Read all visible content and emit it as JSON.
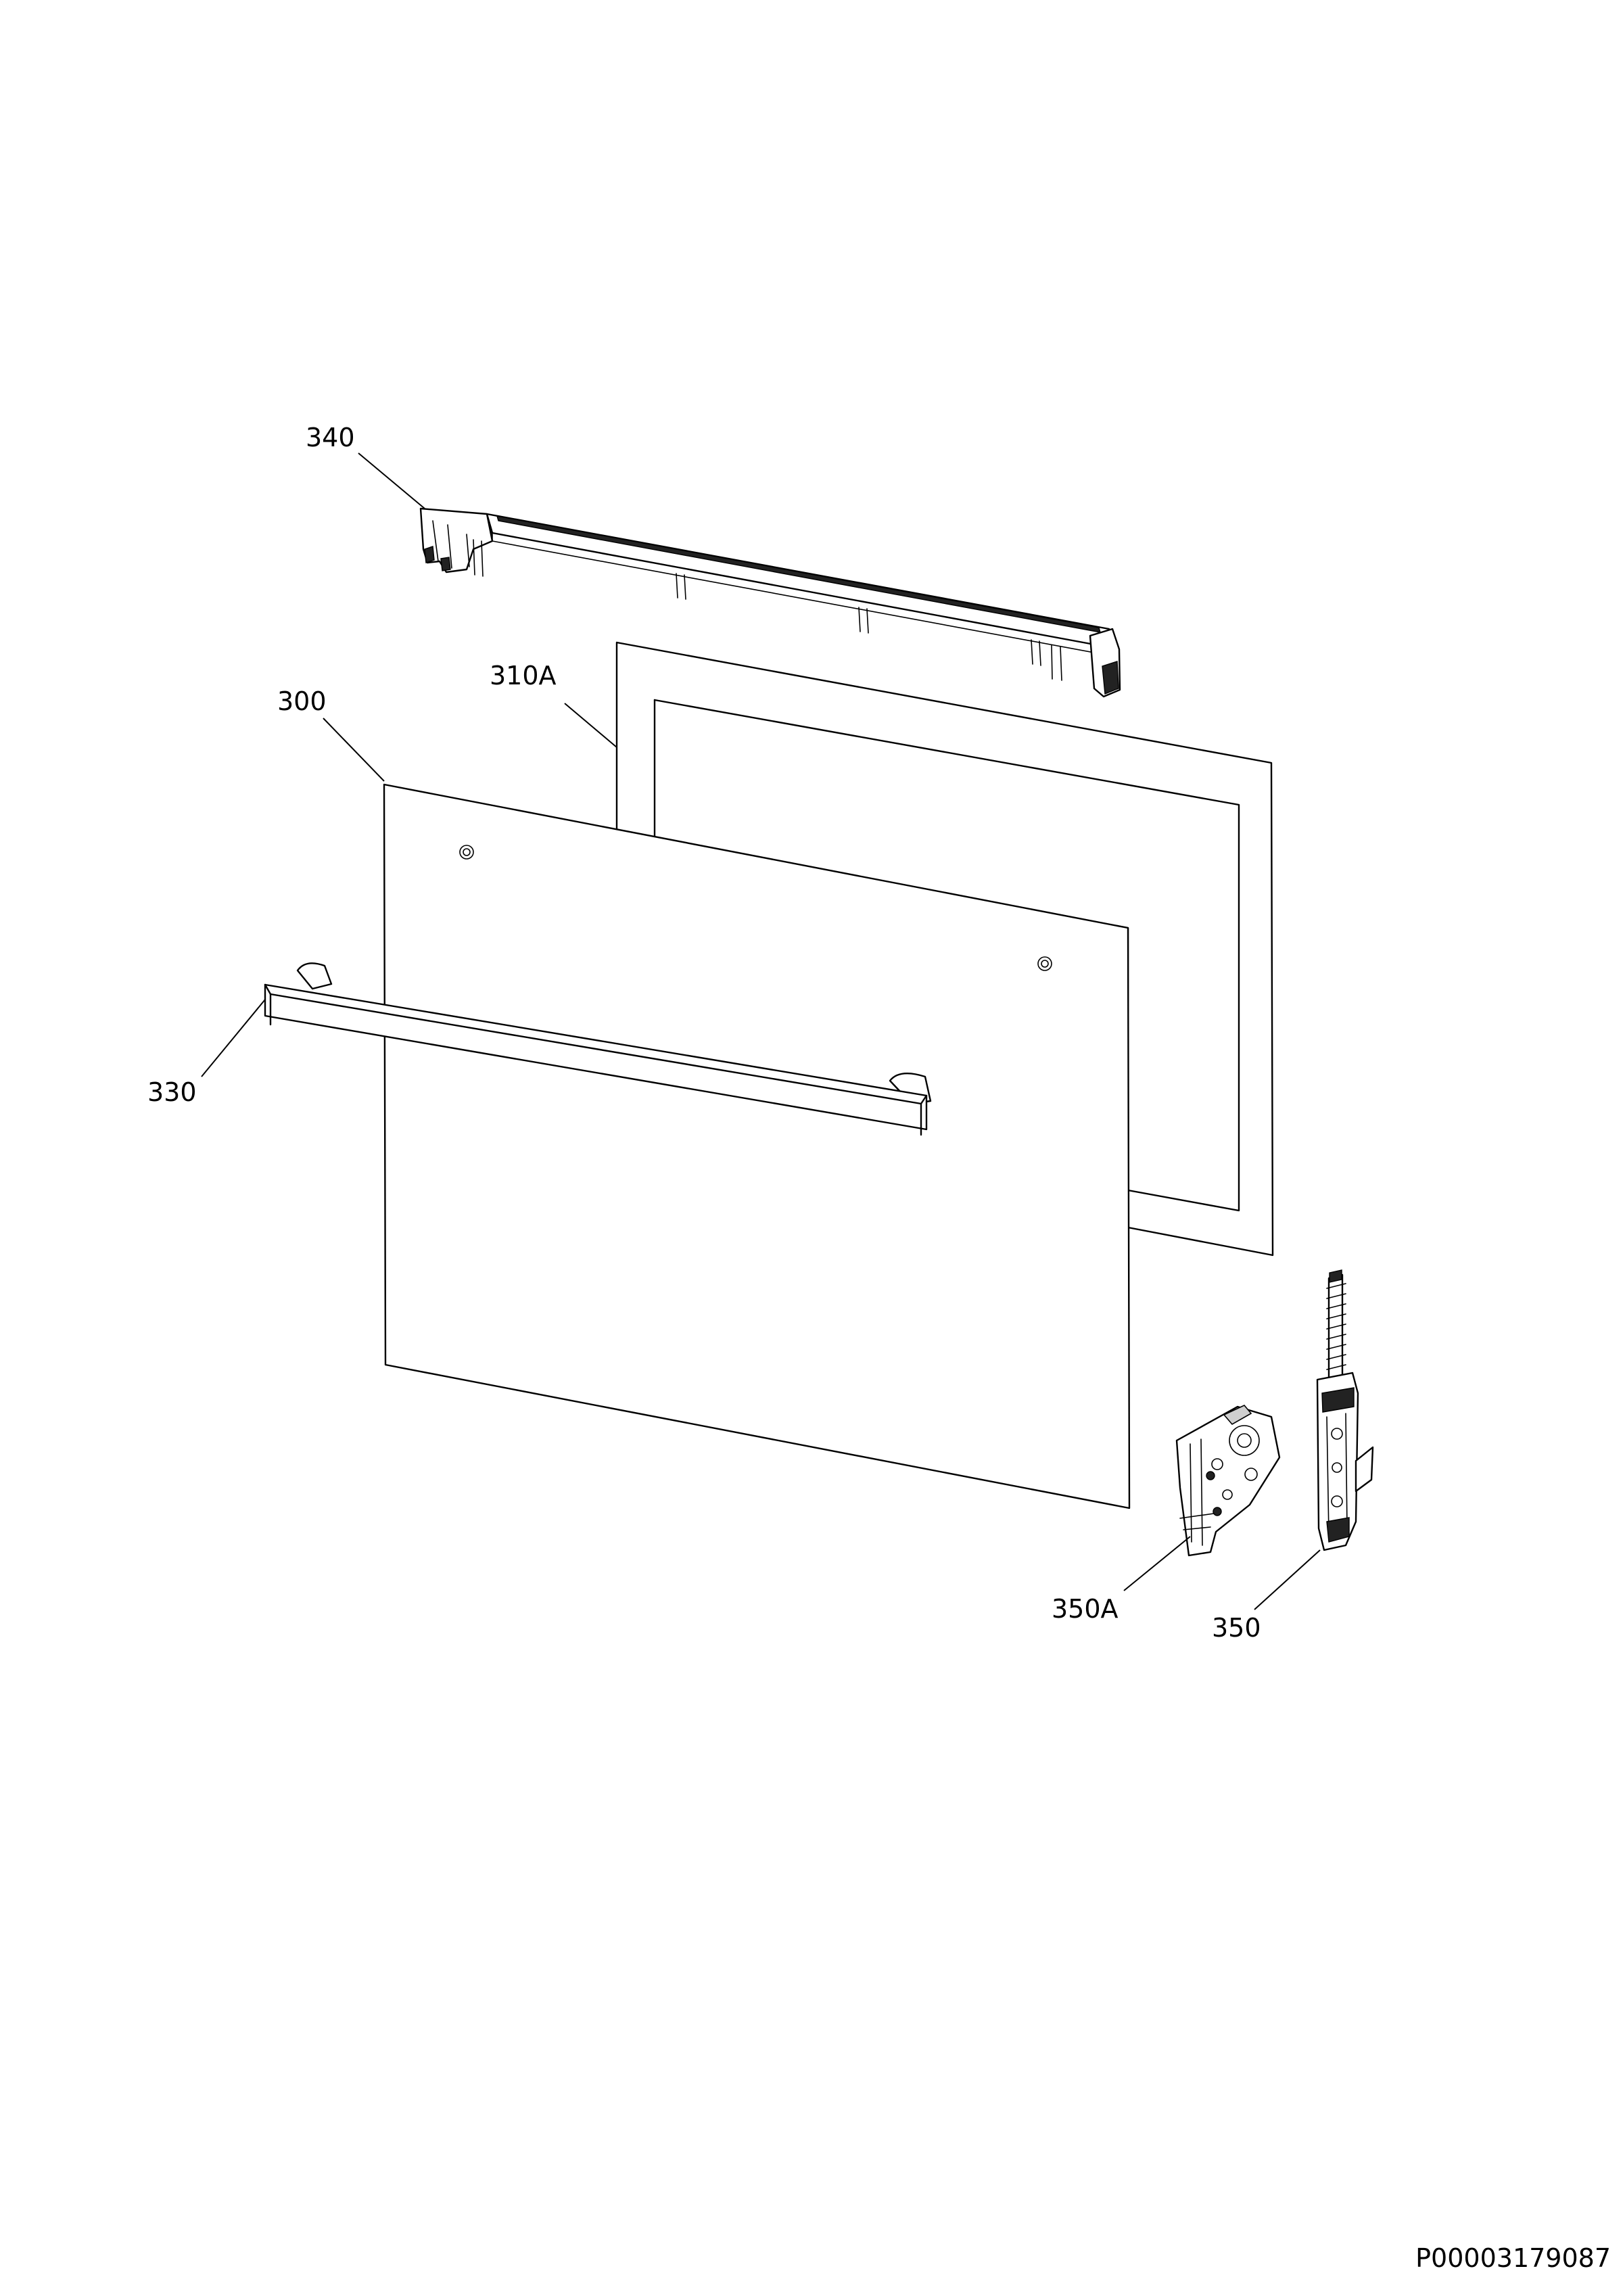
{
  "labels": {
    "p340": "340",
    "p310A": "310A",
    "p300": "300",
    "p330": "330",
    "p350A": "350A",
    "p350": "350"
  },
  "document_code": "P00003179087"
}
